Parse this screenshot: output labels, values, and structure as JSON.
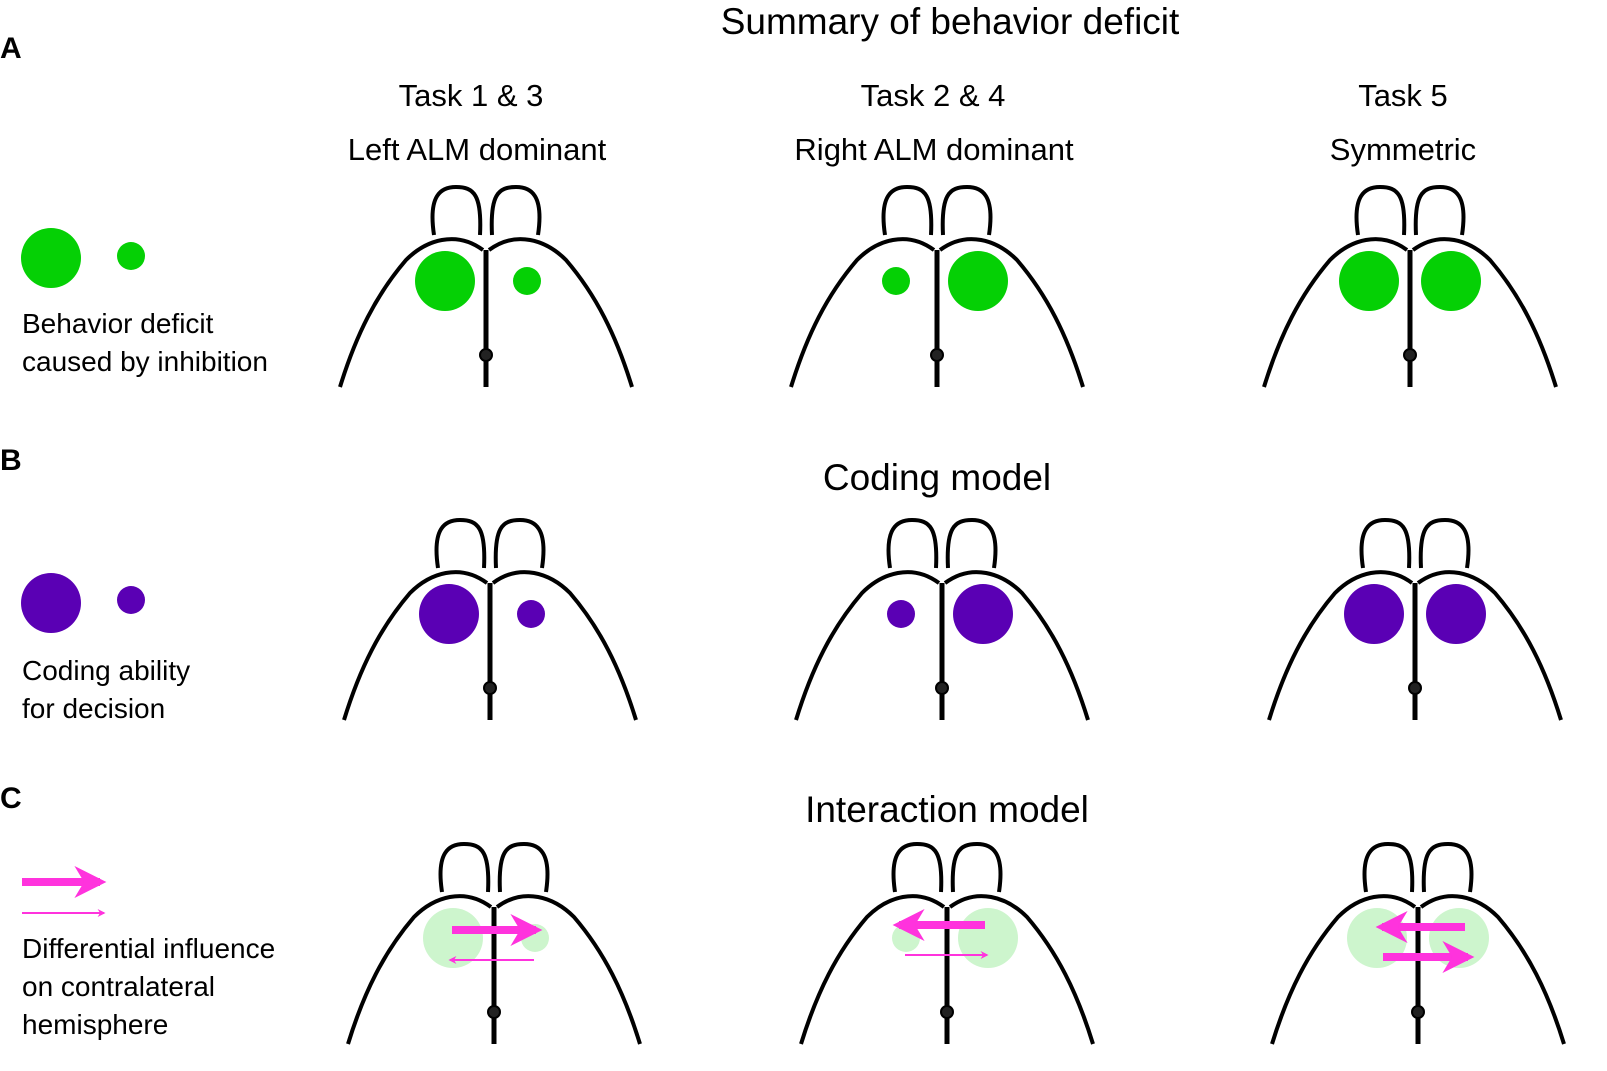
{
  "colors": {
    "deficit": "#05d005",
    "coding": "#5a00b4",
    "influence": "#ff33dd",
    "faint": "#cdf5cd"
  },
  "panel_a": {
    "letter": "A",
    "title": "Summary of behavior deficit",
    "legend": [
      "Behavior deficit",
      "caused by inhibition"
    ]
  },
  "panel_b": {
    "letter": "B",
    "title": "Coding model",
    "legend": [
      "Coding ability",
      "for decision"
    ]
  },
  "panel_c": {
    "letter": "C",
    "title": "Interaction model",
    "legend": [
      "Differential influence",
      "on contralateral",
      "hemisphere"
    ]
  },
  "columns": [
    {
      "task": "Task 1 & 3",
      "type": "Left ALM dominant",
      "left": "large",
      "right": "small"
    },
    {
      "task": "Task 2 & 4",
      "type": "Right ALM dominant",
      "left": "small",
      "right": "large"
    },
    {
      "task": "Task 5",
      "type": "Symmetric",
      "left": "large",
      "right": "large"
    }
  ]
}
